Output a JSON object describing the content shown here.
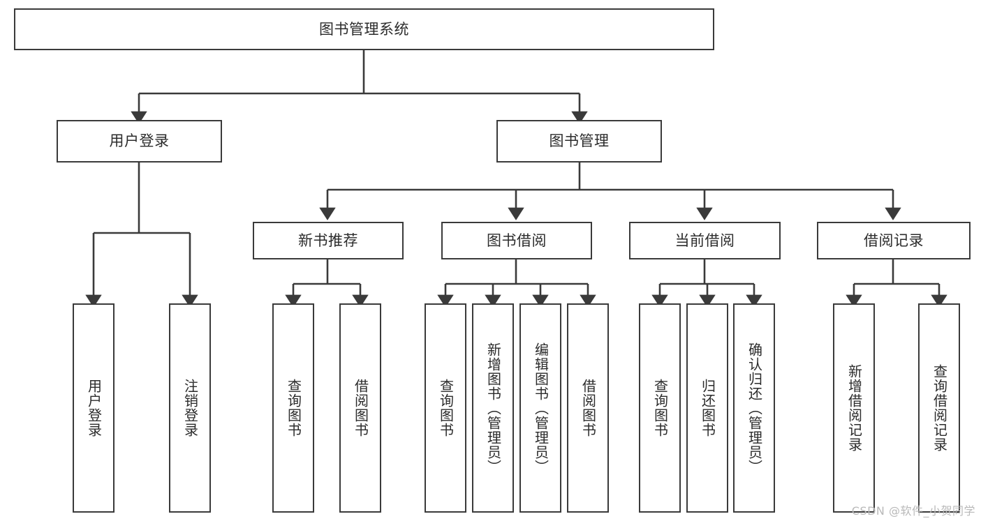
{
  "diagram": {
    "title": "图书管理系统",
    "watermark": "CSDN @软件_小贺同学",
    "style": {
      "box_border_color": "#3a3a3a",
      "box_fill_color": "#ffffff",
      "line_color": "#3a3a3a",
      "text_color": "#2b2b2b",
      "background": "#ffffff"
    },
    "level1": {
      "root": "图书管理系统"
    },
    "level2": [
      {
        "label": "用户登录"
      },
      {
        "label": "图书管理"
      }
    ],
    "level3": [
      {
        "label": "新书推荐"
      },
      {
        "label": "图书借阅"
      },
      {
        "label": "当前借阅"
      },
      {
        "label": "借阅记录"
      }
    ],
    "leaves": {
      "user_login": [
        {
          "label": "用户登录"
        },
        {
          "label": "注销登录"
        }
      ],
      "new_book_recommend": [
        {
          "label": "查询图书"
        },
        {
          "label": "借阅图书"
        }
      ],
      "book_borrow": [
        {
          "label": "查询图书"
        },
        {
          "label": "新增图书（管理员）"
        },
        {
          "label": "编辑图书（管理员）"
        },
        {
          "label": "借阅图书"
        }
      ],
      "current_borrow": [
        {
          "label": "查询图书"
        },
        {
          "label": "归还图书"
        },
        {
          "label": "确认归还（管理员）"
        }
      ],
      "borrow_record": [
        {
          "label": "新增借阅记录"
        },
        {
          "label": "查询借阅记录"
        }
      ]
    }
  }
}
